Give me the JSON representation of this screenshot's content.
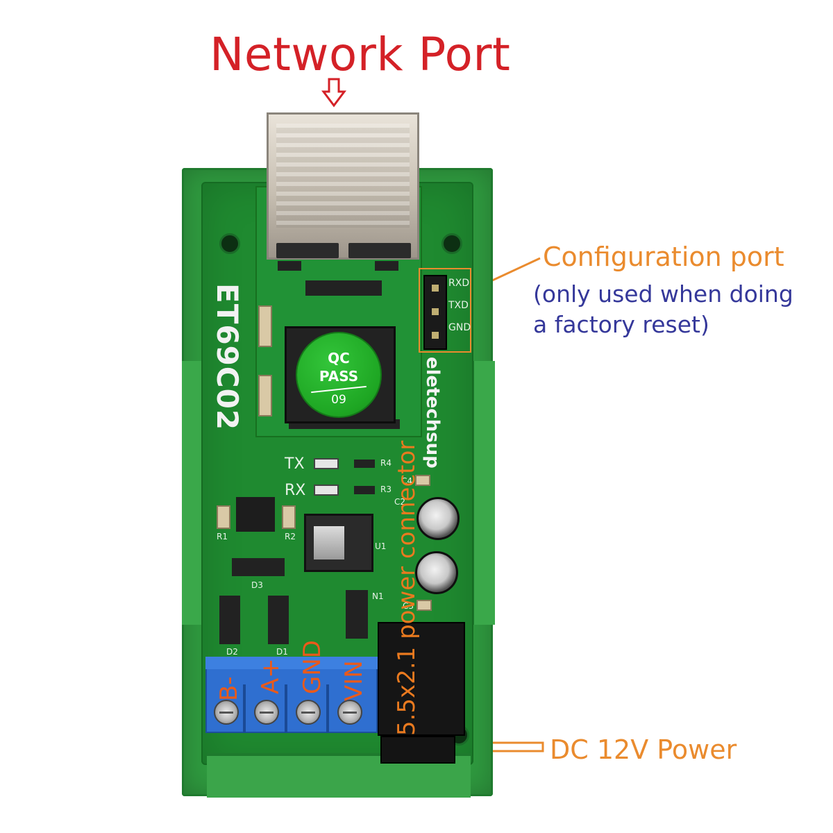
{
  "annotations": {
    "title": "Network Port",
    "config_port": "Configuration port",
    "config_note_line1": "(only used when doing",
    "config_note_line2": "a factory reset)",
    "dc_power": "DC 12V Power",
    "power_connector": "5.5x2.1 power connector"
  },
  "board": {
    "model": "ET69C02",
    "brand": "eletechsup",
    "qc_sticker": {
      "line1": "QC",
      "line2": "PASS",
      "line3": "09"
    },
    "header_pins": [
      "RXD",
      "TXD",
      "GND"
    ],
    "leds": [
      "TX",
      "RX"
    ],
    "silkscreen": {
      "r4": "R4",
      "r3": "R3",
      "r1": "R1",
      "r2": "R2",
      "c4": "C4",
      "c2": "C2",
      "c3": "C3",
      "u1": "U1",
      "n1": "N1",
      "d1": "D1",
      "d2": "D2",
      "d3": "D3"
    },
    "terminals": [
      "B-",
      "A+",
      "GND",
      "VIN"
    ]
  },
  "colors": {
    "title": "#d42127",
    "callout_orange": "#ea8b2e",
    "note_blue": "#35389a",
    "pcb_green": "#1f8a30",
    "terminal_blue": "#2f6fd0"
  }
}
